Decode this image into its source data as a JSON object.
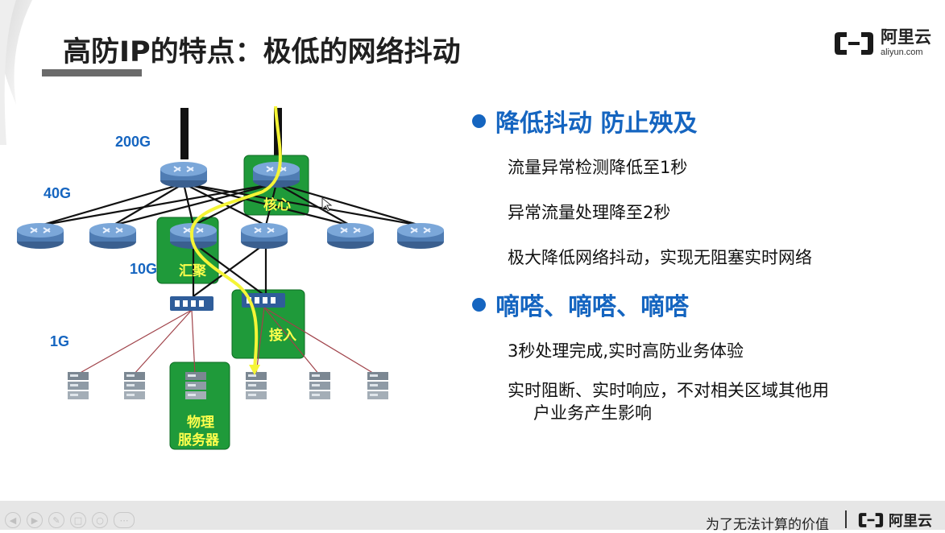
{
  "slide": {
    "title": "高防IP的特点：极低的网络抖动",
    "logo": {
      "cn": "阿里云",
      "en": "aliyun.com"
    }
  },
  "network": {
    "speeds": [
      "200G",
      "40G",
      "10G",
      "1G"
    ],
    "boxes": {
      "core": "核心",
      "aggregation": "汇聚",
      "access": "接入",
      "server_line1": "物理",
      "server_line2": "服务器"
    },
    "colors": {
      "box": "#1f9a3a",
      "box_text": "#ffff4d",
      "path": "#f5f536",
      "speed": "#1565c0"
    }
  },
  "bullets": [
    {
      "heading": "降低抖动 防止殃及",
      "items": [
        "流量异常检测降低至1秒",
        "异常流量处理降至2秒",
        "极大降低网络抖动，实现无阻塞实时网络"
      ]
    },
    {
      "heading": "嘀嗒、嘀嗒、嘀嗒",
      "items": [
        "3秒处理完成,实时高防业务体验",
        "实时阻断、实时响应，不对相关区域其他用",
        "户业务产生影响"
      ]
    }
  ],
  "footer": {
    "slogan": "为了无法计算的价值",
    "logo": "阿里云"
  },
  "icons": [
    "prev-icon",
    "next-icon",
    "pen-icon",
    "slides-icon",
    "zoom-icon",
    "more-icon",
    "router-icon",
    "switch-icon",
    "server-icon",
    "cursor-icon"
  ]
}
